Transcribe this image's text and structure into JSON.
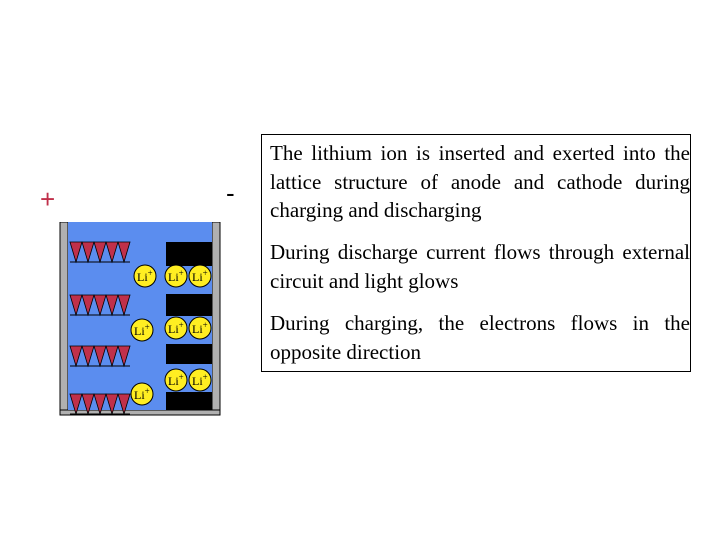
{
  "terminals": {
    "positive": "+",
    "negative": "-"
  },
  "ion_label": "Li",
  "ion_charge": "+",
  "colors": {
    "electrolyte": "#5b8def",
    "cathode_triangles": "#c0304a",
    "anode_layers": "#000000",
    "ion": "#ffee22",
    "casing": "#b0b0b0"
  },
  "paragraphs": [
    "The lithium ion is inserted  and exerted into the lattice structure of anode and cathode during charging and discharging",
    "During  discharge  current  flows  through external circuit and light glows",
    "During charging, the electrons flows in the opposite direction"
  ]
}
